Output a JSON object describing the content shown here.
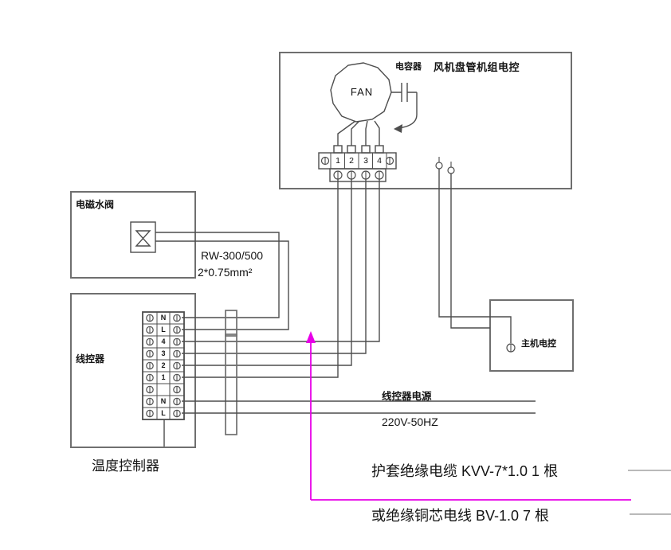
{
  "colors": {
    "background": "#ffffff",
    "wire": "#4d4d4d",
    "box_border": "#6f6f6f",
    "text": "#141414",
    "accent_arrow": "#e800e8"
  },
  "fan_unit_box": {
    "title": "风机盘管机组电控",
    "fan_label": "FAN",
    "capacitor_label": "电容器",
    "terminal_numbers": [
      "1",
      "2",
      "3",
      "4"
    ]
  },
  "valve_box": {
    "title": "电磁水阀"
  },
  "wire_controller_box": {
    "title": "线控器",
    "caption": "温度控制器",
    "terminal_labels": [
      "N",
      "L",
      "4",
      "3",
      "2",
      "1",
      "",
      "N",
      "L"
    ]
  },
  "main_unit_box": {
    "title": "主机电控"
  },
  "annotations": {
    "valve_cable_model": "RW-300/500",
    "valve_cable_spec": "2*0.75mm²",
    "controller_power_label": "线控器电源",
    "controller_power_rating": "220V-50HZ",
    "cable_note_line1": "护套绝缘电缆 KVV-7*1.0  1 根",
    "cable_note_line2": "或绝缘铜芯电线 BV-1.0   7 根"
  }
}
